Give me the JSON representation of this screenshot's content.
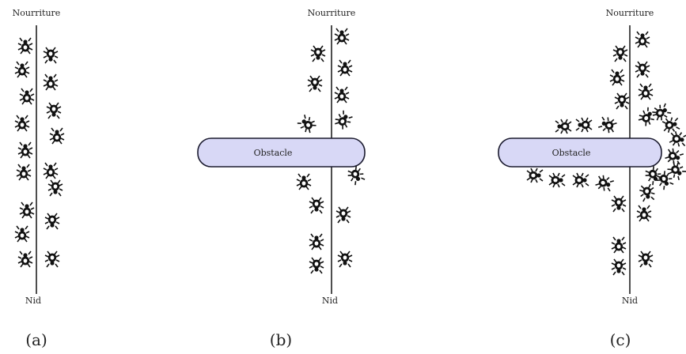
{
  "colors": {
    "line": "#222222",
    "obstacle_fill": "#d8d8f6",
    "obstacle_stroke": "#1a1a2e",
    "ant": "#111111"
  },
  "icons": {
    "ant": "ant-icon"
  },
  "panels": [
    {
      "id": "a",
      "top_label": "Nourriture",
      "bottom_label": "Nid",
      "caption": "(a)",
      "obstacle": null
    },
    {
      "id": "b",
      "top_label": "Nourriture",
      "bottom_label": "Nid",
      "caption": "(b)",
      "obstacle": "Obstacle"
    },
    {
      "id": "c",
      "top_label": "Nourriture",
      "bottom_label": "Nid",
      "caption": "(c)",
      "obstacle": "Obstacle"
    }
  ]
}
